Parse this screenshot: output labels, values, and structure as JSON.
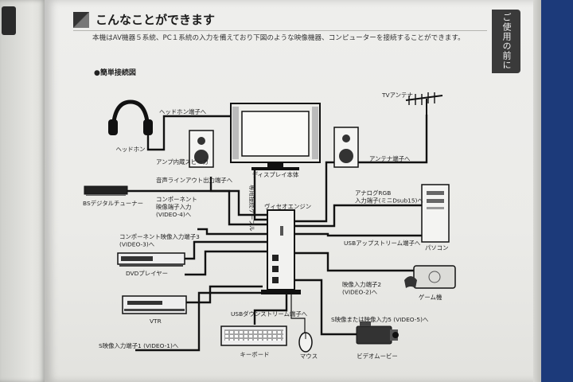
{
  "section": {
    "title": "こんなことができます",
    "intro": "本機はAV機器５系統、PC１系統の入力を備えており下図のような映像機器、コンピューターを接続することができます。",
    "subheading": "●簡単接続図"
  },
  "side_tab": {
    "label": "ご使用の前に"
  },
  "diagram": {
    "devices": {
      "headphones": "ヘッドホン",
      "speaker": "アンプ内蔵スピーカ",
      "display": "ディスプレイ本体",
      "dedicated_cable": "専用接続ケーブル",
      "video_engine": "ヴィセオエンジン",
      "tv_antenna": "TVアンテナ",
      "bs_tuner": "BSデジタルチューナー",
      "dvd": "DVDプレイヤー",
      "vtr": "VTR",
      "pc": "パソコン",
      "game": "ゲーム機",
      "keyboard": "キーボード",
      "mouse": "マウス",
      "video_camera": "ビデオムービー"
    },
    "ports": {
      "headphone_jack": "ヘッドホン端子へ",
      "audio_line_out": "音声ラインアウト出力端子へ",
      "component_in": "コンポーネント\n映像端子入力\n(VIDEO-4)へ",
      "component_in3": "コンポーネント映像入力端子3\n(VIDEO-3)へ",
      "antenna_jack": "アンテナ端子へ",
      "analog_rgb": "アナログRGB\n入力端子(ミニDsub15)へ",
      "usb_upstream": "USBアップストリーム端子へ",
      "video_in2": "映像入力端子2\n(VIDEO-2)へ",
      "usb_downstream": "USBダウンストリーム端子へ",
      "s_video_in5": "S映像または映像入力5 (VIDEO-5)へ",
      "s_video_in1": "S映像入力端子1 (VIDEO-1)へ"
    }
  }
}
